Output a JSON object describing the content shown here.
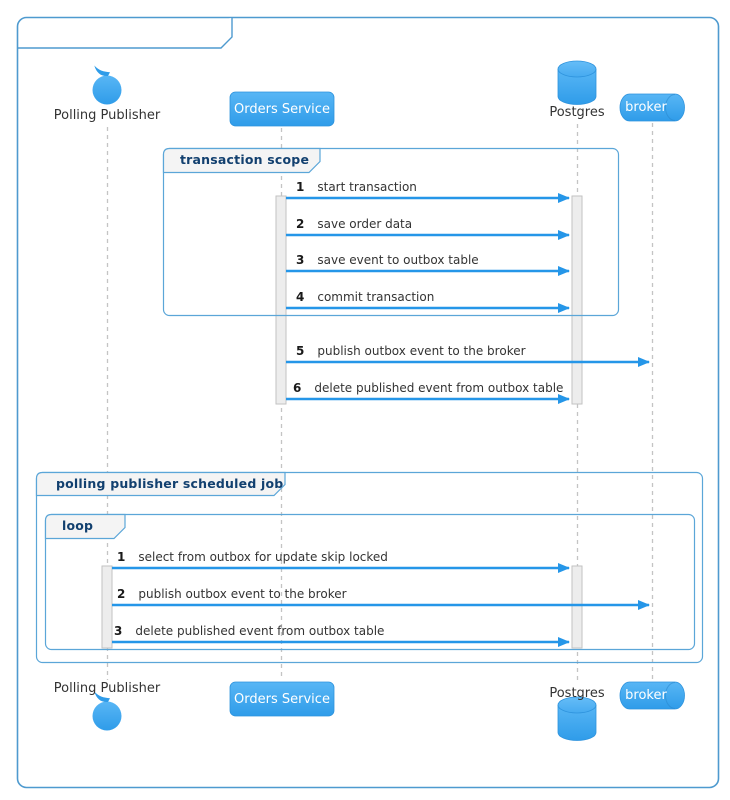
{
  "colors": {
    "participant_blue": "#3FA9F0",
    "participant_blue_light": "#55B4F4",
    "participant_blue_dark": "#2E9BE8",
    "arrow_blue": "#2596E8",
    "frame_border_blue": "#5BA6D8",
    "outer_frame_blue": "#4E9ACF",
    "frame_label_navy": "#12406F",
    "tab_fill_gray": "#F4F4F4",
    "lifeline_gray": "#C4C4C4",
    "activation_fill": "#EDEDED",
    "activation_border": "#C2C2C2",
    "text_dark": "#333333"
  },
  "participants": [
    {
      "name": "Polling Publisher",
      "kind": "control"
    },
    {
      "name": "Orders Service",
      "kind": "box"
    },
    {
      "name": "Postgres",
      "kind": "database"
    },
    {
      "name": "broker",
      "kind": "queue"
    }
  ],
  "frames": {
    "outer": {
      "label": ""
    },
    "transaction_scope": {
      "label": "transaction scope"
    },
    "scheduled_job": {
      "label": "polling publisher scheduled job"
    },
    "loop": {
      "label": "loop"
    }
  },
  "messages": {
    "main": [
      {
        "num": "1",
        "text": "start transaction",
        "from": "Orders Service",
        "to": "Postgres"
      },
      {
        "num": "2",
        "text": "save order data",
        "from": "Orders Service",
        "to": "Postgres"
      },
      {
        "num": "3",
        "text": "save event to outbox table",
        "from": "Orders Service",
        "to": "Postgres"
      },
      {
        "num": "4",
        "text": "commit transaction",
        "from": "Orders Service",
        "to": "Postgres"
      },
      {
        "num": "5",
        "text": "publish outbox event to the broker",
        "from": "Orders Service",
        "to": "broker"
      },
      {
        "num": "6",
        "text": "delete published event from outbox table",
        "from": "Orders Service",
        "to": "Postgres"
      }
    ],
    "loop": [
      {
        "num": "1",
        "text": "select from outbox for update skip locked",
        "from": "Polling Publisher",
        "to": "Postgres"
      },
      {
        "num": "2",
        "text": "publish outbox event to the broker",
        "from": "Polling Publisher",
        "to": "broker"
      },
      {
        "num": "3",
        "text": "delete published event from outbox table",
        "from": "Polling Publisher",
        "to": "Postgres"
      }
    ]
  }
}
